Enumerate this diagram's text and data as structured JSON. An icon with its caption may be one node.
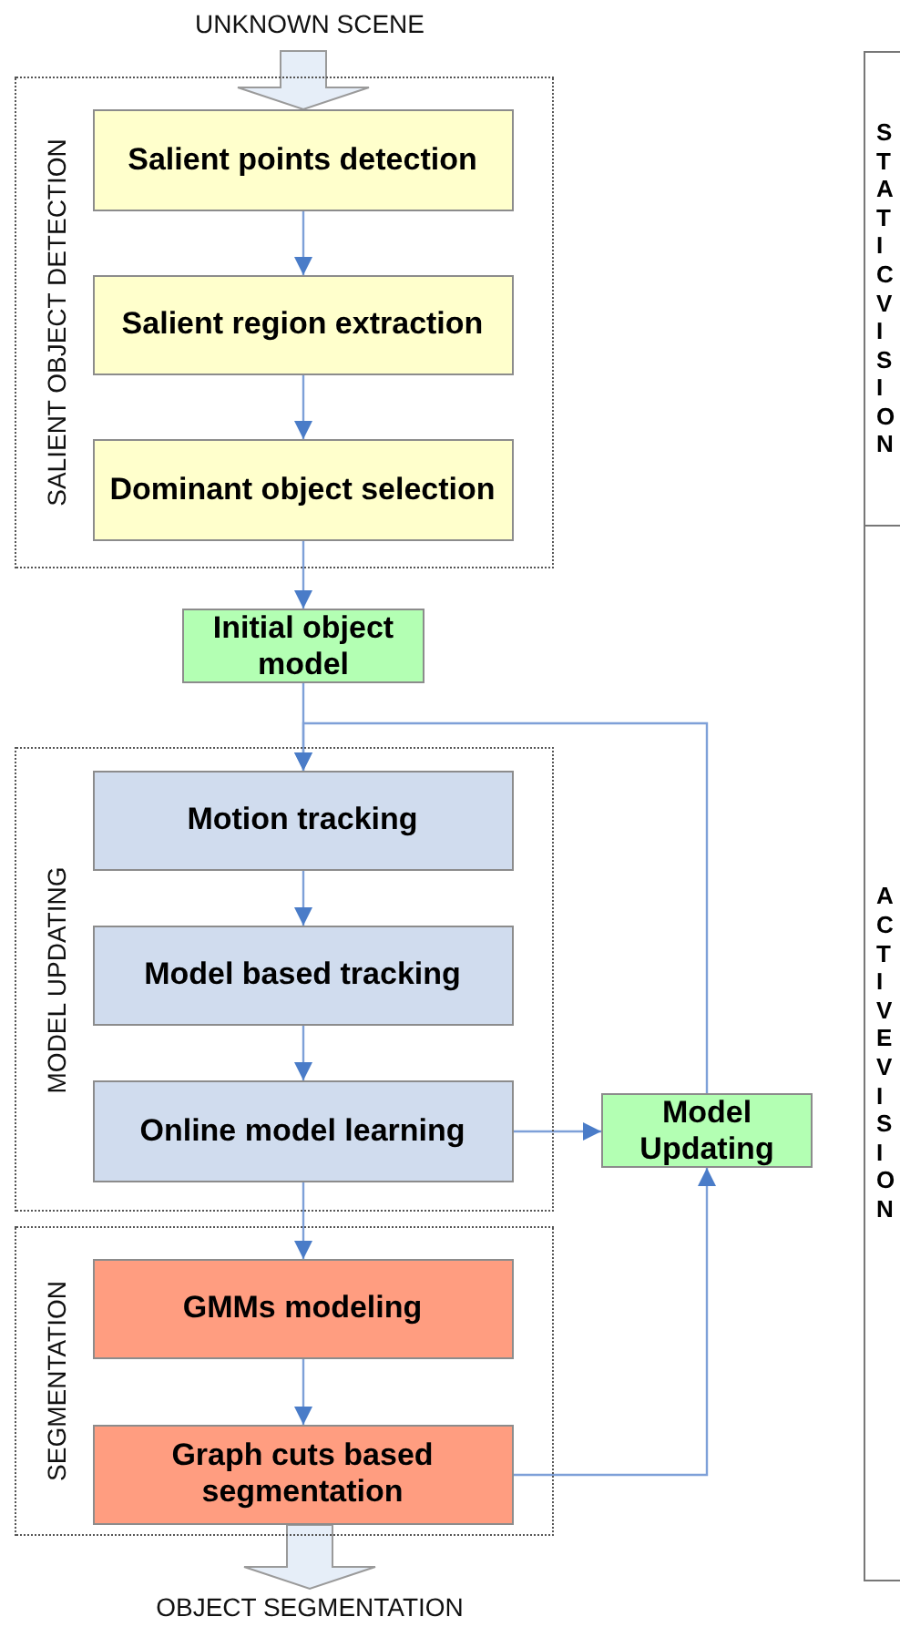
{
  "diagram": {
    "nodes": [
      {
        "text": [
          "UNKNOWN SCENE"
        ]
      },
      {
        "text": [
          "SALIENT OBJECT DETECTION"
        ]
      },
      {
        "text": [
          "Salient points detection"
        ],
        "in": 1
      },
      {
        "text": [
          "Salient region extraction"
        ],
        "in": 1
      },
      {
        "text": [
          "Dominant object selection"
        ],
        "in": 1
      },
      {
        "text": [
          "Initial object model"
        ]
      },
      {
        "text": [
          "MODEL UPDATING"
        ]
      },
      {
        "text": [
          "Motion tracking"
        ],
        "in": 6
      },
      {
        "text": [
          "Model based tracking"
        ],
        "in": 6
      },
      {
        "text": [
          "Online model learning"
        ],
        "in": 6
      },
      {
        "text": [
          "Model Updating"
        ]
      },
      {
        "text": [
          "SEGMENTATION"
        ]
      },
      {
        "text": [
          "GMMs modeling"
        ],
        "in": 11
      },
      {
        "text": [
          "Graph cuts based segmentation"
        ],
        "in": 11
      },
      {
        "text": [
          "OBJECT SEGMENTATION"
        ]
      },
      {
        "text": [
          "STATIC VISION"
        ]
      },
      {
        "text": [
          "ACTIVE VISION"
        ]
      }
    ],
    "edges": [
      {
        "from": 0,
        "to": 2,
        "arrow": "to",
        "style": "thick"
      },
      {
        "from": 2,
        "to": 3,
        "arrow": "to"
      },
      {
        "from": 3,
        "to": 4,
        "arrow": "to"
      },
      {
        "from": 4,
        "to": 5,
        "arrow": "to"
      },
      {
        "from": 5,
        "to": 7,
        "arrow": "to"
      },
      {
        "from": 7,
        "to": 8,
        "arrow": "to"
      },
      {
        "from": 8,
        "to": 9,
        "arrow": "to"
      },
      {
        "from": 9,
        "to": 10,
        "arrow": "to"
      },
      {
        "from": 10,
        "to": 7,
        "arrow": "to"
      },
      {
        "from": 9,
        "to": 12,
        "arrow": "to"
      },
      {
        "from": 12,
        "to": 13,
        "arrow": "to"
      },
      {
        "from": 13,
        "to": 10,
        "arrow": "to"
      },
      {
        "from": 13,
        "to": 14,
        "arrow": "to",
        "style": "thick"
      }
    ]
  }
}
